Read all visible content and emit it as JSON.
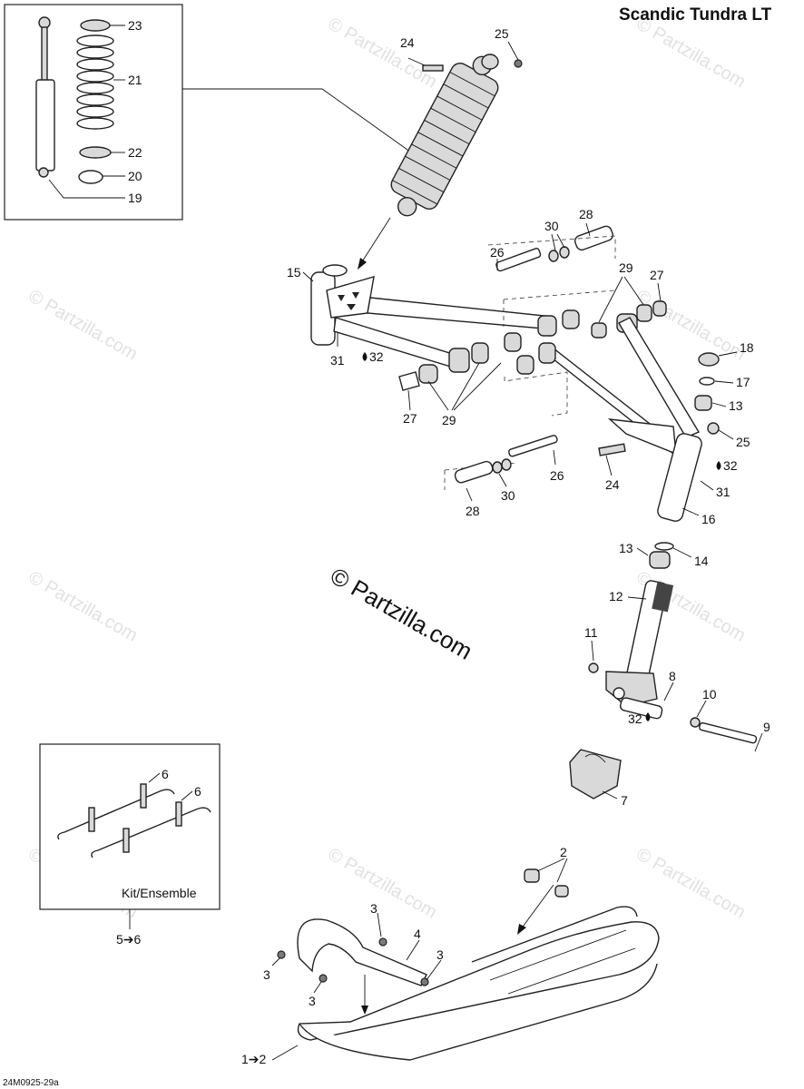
{
  "title": "Scandic Tundra LT",
  "diagram_code": "24M0925-29a",
  "watermark_main": "© Partzilla.com",
  "watermark_small": "© Partzilla.com",
  "kit_label": "Kit/Ensemble",
  "kit_ref": "5➔6",
  "ski_ref": "1➔2",
  "callouts": {
    "c23": "23",
    "c21": "21",
    "c22": "22",
    "c20": "20",
    "c19": "19",
    "c24a": "24",
    "c25a": "25",
    "c30a": "30",
    "c28a": "28",
    "c26a": "26",
    "c29a": "29",
    "c27a": "27",
    "c15": "15",
    "c31a": "31",
    "c32a": "32",
    "c27b": "27",
    "c29b": "29",
    "c18": "18",
    "c17": "17",
    "c13a": "13",
    "c25b": "25",
    "c32b": "32",
    "c31b": "31",
    "c24b": "24",
    "c26b": "26",
    "c30b": "30",
    "c28b": "28",
    "c16": "16",
    "c13b": "13",
    "c14": "14",
    "c12": "12",
    "c11": "11",
    "c8": "8",
    "c10": "10",
    "c32c": "32",
    "c9": "9",
    "c7": "7",
    "c6a": "6",
    "c6b": "6",
    "c2": "2",
    "c3a": "3",
    "c4": "4",
    "c3b": "3",
    "c3c": "3",
    "c3d": "3"
  }
}
